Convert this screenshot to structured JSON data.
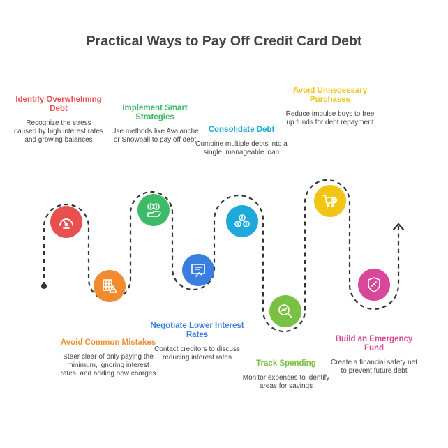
{
  "title": "Practical Ways to Pay Off Credit Card Debt",
  "steps": [
    {
      "title": "Identify Overwhelming Debt",
      "desc": "Recognize the stress caused by high interest rates and growing balances",
      "color": "#e8504f",
      "icon": "speedometer-icon"
    },
    {
      "title": "Avoid Common Mistakes",
      "desc": "Steer clear of only paying the minimum, ignoring interest rates, and adding new charges",
      "color": "#f08c2f",
      "icon": "calculator-warning-icon"
    },
    {
      "title": "Implement Smart Strategies",
      "desc": "Use methods like Avalanche or Snowball to pay off debt",
      "color": "#3dbb66",
      "icon": "money-hand-icon"
    },
    {
      "title": "Negotiate Lower Interest Rates",
      "desc": "Contact creditors to discuss reducing interest rates",
      "color": "#3a7fe0",
      "icon": "contract-icon"
    },
    {
      "title": "Consolidate Debt",
      "desc": "Combine multiple debts into a single, manageable loan",
      "color": "#1ea9dc",
      "icon": "consolidate-icon"
    },
    {
      "title": "Track Spending",
      "desc": "Monitor expenses to identify areas for savings",
      "color": "#79c142",
      "icon": "magnifier-chart-icon"
    },
    {
      "title": "Avoid Unnecessary Purchases",
      "desc": "Reduce impulse buys to free up funds for debt repayment",
      "color": "#f2c414",
      "icon": "cart-cancel-icon"
    },
    {
      "title": "Build an Emergency Fund",
      "desc": "Create a financial safety net to prevent future debt",
      "color": "#d9479a",
      "icon": "shield-money-icon"
    }
  ]
}
